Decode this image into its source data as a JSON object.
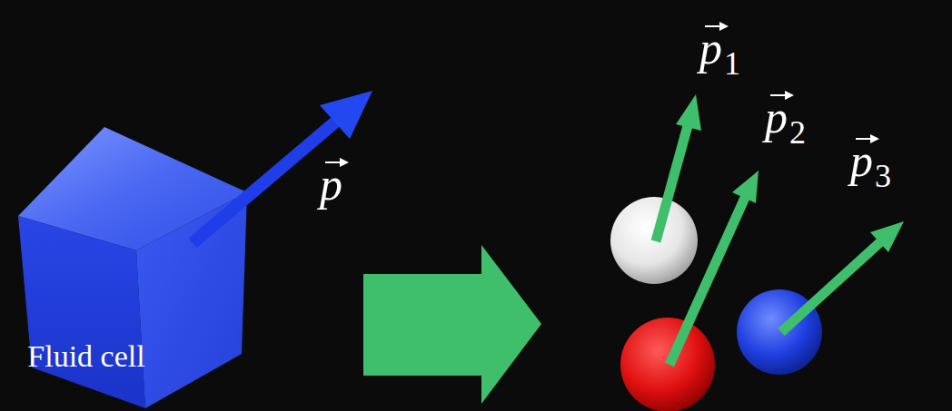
{
  "diagram": {
    "nodes": [
      {
        "text": [
          "Fluid cell"
        ]
      }
    ],
    "labels": [
      "p",
      "p1",
      "p2",
      "p3"
    ]
  }
}
